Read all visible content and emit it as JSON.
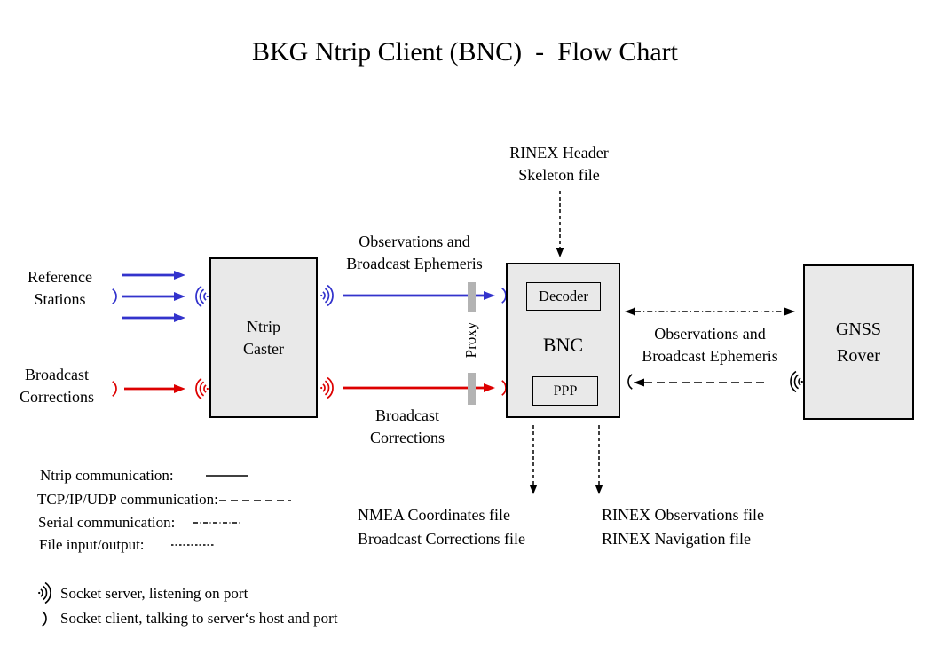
{
  "title": "BKG Ntrip Client (BNC)  -  Flow Chart",
  "colors": {
    "ntrip_blue": "#3333cc",
    "corrections_red": "#dd0000",
    "black": "#000000",
    "box_fill": "#e9e9e9",
    "proxy_bar_gray": "#b3b3b3"
  },
  "nodes": {
    "ntrip_caster": {
      "label": "Ntrip\nCaster"
    },
    "bnc": {
      "label": "BNC"
    },
    "decoder": {
      "label": "Decoder"
    },
    "ppp": {
      "label": "PPP"
    },
    "gnss_rover": {
      "label": "GNSS\nRover"
    },
    "proxy": {
      "label": "Proxy"
    }
  },
  "labels": {
    "reference_stations": "Reference\nStations",
    "broadcast_corrections_input": "Broadcast\nCorrections",
    "observations_ephemeris_left": "Observations and\nBroadcast Ephemeris",
    "broadcast_corrections_stream": "Broadcast\nCorrections",
    "rinex_header_skeleton": "RINEX Header\nSkeleton file",
    "observations_ephemeris_right": "Observations and\nBroadcast Ephemeris",
    "nmea_output": "NMEA Coordinates file\nBroadcast Corrections file",
    "rinex_output": "RINEX Observations file\nRINEX Navigation file"
  },
  "legend": {
    "items": [
      {
        "label": "Ntrip communication:",
        "line_style": "solid"
      },
      {
        "label": "TCP/IP/UDP communication:",
        "line_style": "dashed"
      },
      {
        "label": "Serial communication:",
        "line_style": "dash-dot"
      },
      {
        "label": "File input/output:",
        "line_style": "fine-dashed"
      }
    ]
  },
  "socket_legend": {
    "items": [
      {
        "symbol": "socket-server-icon",
        "label": "Socket server, listening on port"
      },
      {
        "symbol": "socket-client-icon",
        "label": "Socket client, talking to server‘s host and port"
      }
    ]
  }
}
